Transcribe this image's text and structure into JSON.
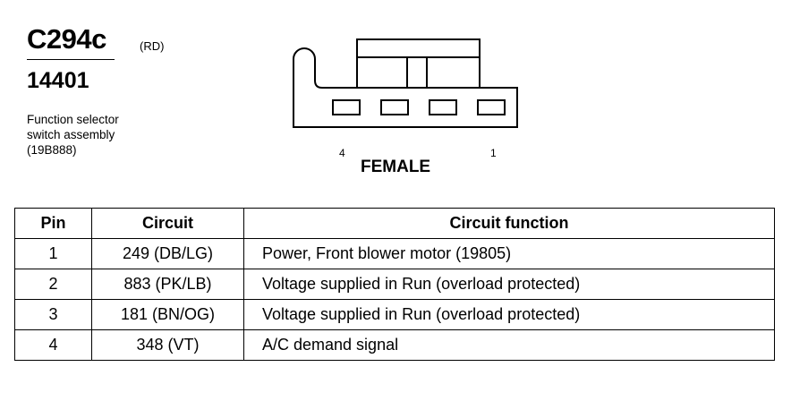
{
  "header": {
    "connector_id": "C294c",
    "color_code": "(RD)",
    "part_number": "14401",
    "description_lines": [
      "Function selector",
      "switch assembly",
      "(19B888)"
    ]
  },
  "connector_view": {
    "pin_left": "4",
    "pin_right": "1",
    "gender_label": "FEMALE",
    "cavity_count": 4
  },
  "table": {
    "headers": [
      "Pin",
      "Circuit",
      "Circuit function"
    ],
    "rows": [
      {
        "pin": "1",
        "circuit": "249 (DB/LG)",
        "function": "Power, Front blower motor (19805)"
      },
      {
        "pin": "2",
        "circuit": "883 (PK/LB)",
        "function": "Voltage supplied in Run (overload protected)"
      },
      {
        "pin": "3",
        "circuit": "181 (BN/OG)",
        "function": "Voltage supplied in Run (overload protected)"
      },
      {
        "pin": "4",
        "circuit": "348 (VT)",
        "function": "A/C demand signal"
      }
    ]
  }
}
